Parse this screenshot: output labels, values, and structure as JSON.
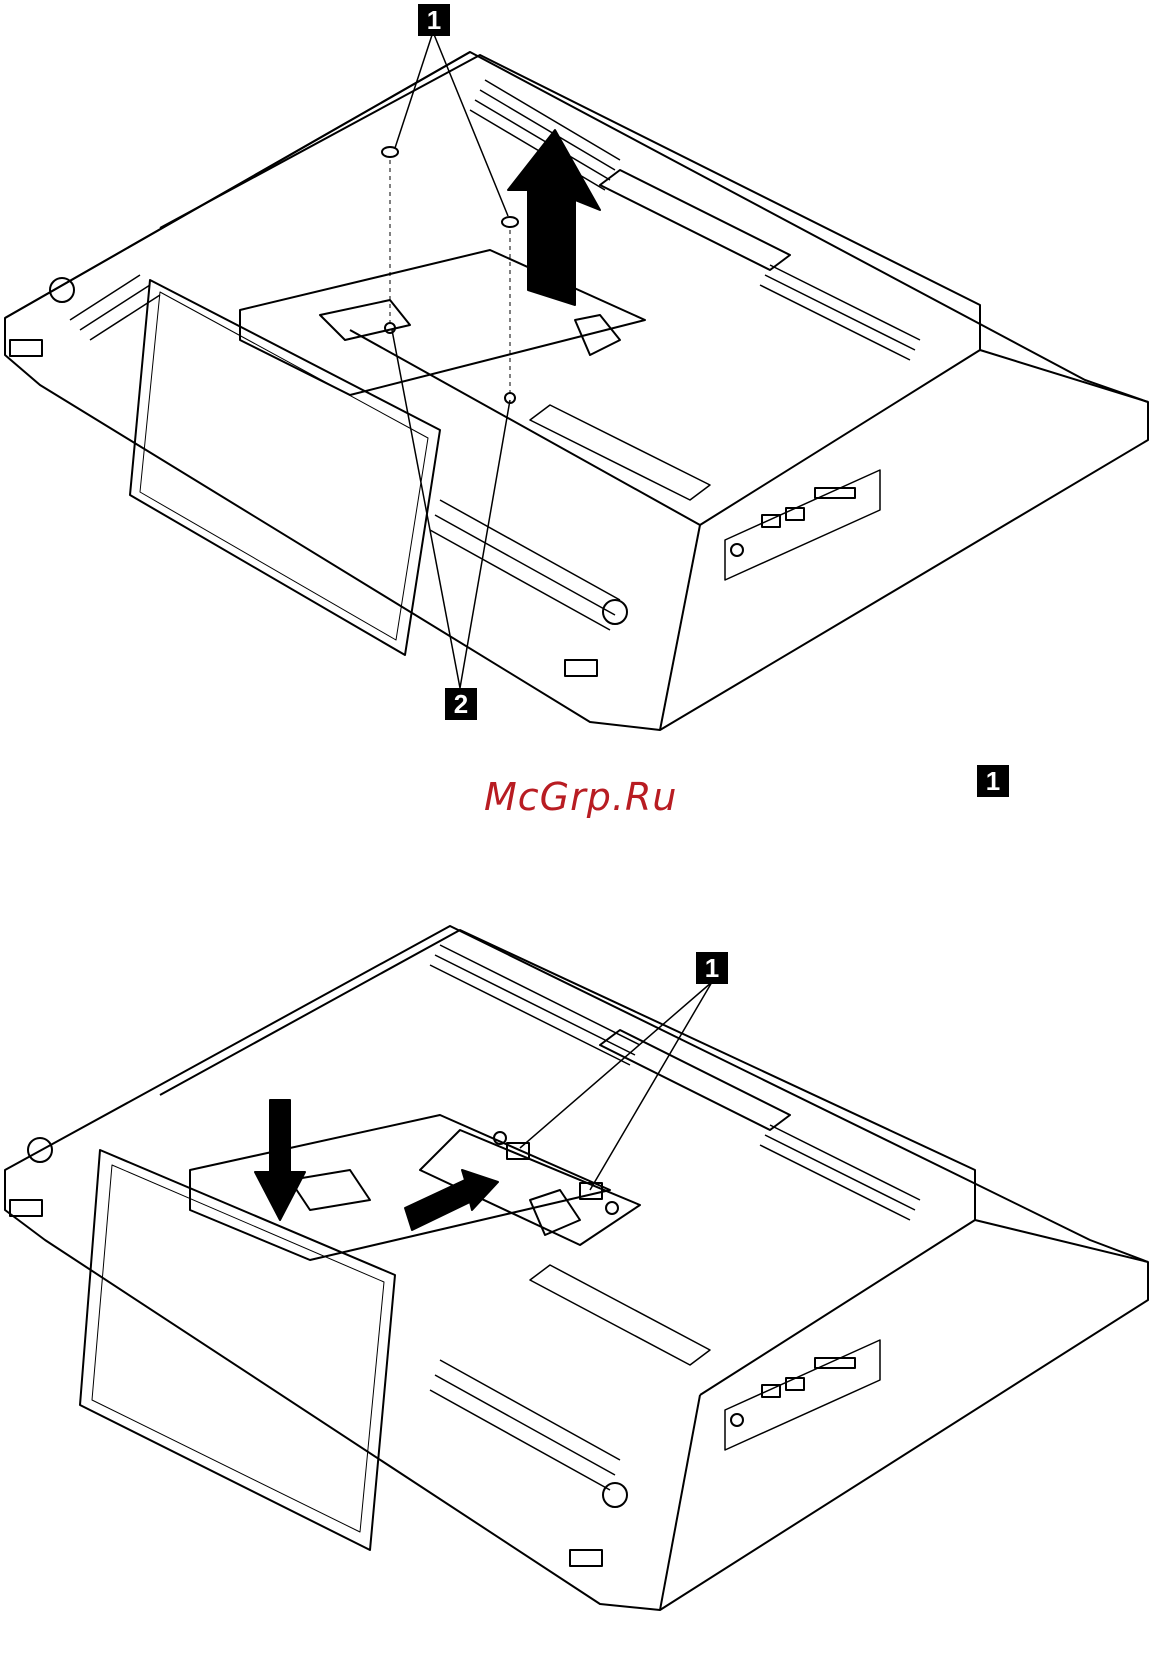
{
  "figure_top": {
    "callouts": [
      "1",
      "2"
    ]
  },
  "figure_bottom": {
    "callouts": [
      "1"
    ]
  },
  "watermark": "McGrp.Ru",
  "side_callout": "1"
}
